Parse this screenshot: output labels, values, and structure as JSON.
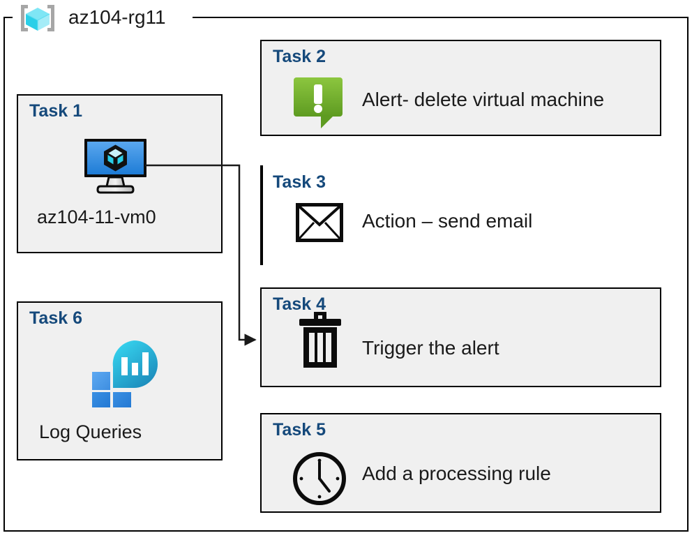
{
  "resource_group": {
    "name": "az104-rg11",
    "icon": "resource-group-cube-icon"
  },
  "colors": {
    "task_label": "#15497B",
    "card_fill": "#F0F0F0",
    "card_border": "#000000",
    "rg_icon_cube": "#32D2E8",
    "rg_icon_bracket": "#A6A6A6",
    "vm_screen_blue": "#3C91E6",
    "alert_green": "#79BC2E",
    "log_analytics_blue": "#3A8DDE",
    "log_analytics_cyan": "#2ACFE8",
    "icon_black": "#000000",
    "connector": "#1A1A1A"
  },
  "cards": [
    {
      "id": "task1",
      "title": "Task 1",
      "caption": "az104-11-vm0",
      "icon": "virtual-machine-icon",
      "column": "left"
    },
    {
      "id": "task2",
      "title": "Task 2",
      "caption": "Alert- delete virtual machine",
      "icon": "alert-bubble-exclamation-icon",
      "column": "right"
    },
    {
      "id": "task3",
      "title": "Task 3",
      "caption": "Action – send email",
      "icon": "envelope-icon",
      "column": "right"
    },
    {
      "id": "task4",
      "title": "Task 4",
      "caption": "Trigger the alert",
      "icon": "trash-can-icon",
      "column": "right"
    },
    {
      "id": "task5",
      "title": "Task 5",
      "caption": "Add a processing rule",
      "icon": "clock-icon",
      "column": "right"
    },
    {
      "id": "task6",
      "title": "Task 6",
      "caption": "Log Queries",
      "icon": "log-analytics-icon",
      "column": "left"
    }
  ],
  "connectors": [
    {
      "from": "task1-virtual-machine-icon",
      "to": "task4",
      "arrow": "right"
    }
  ]
}
